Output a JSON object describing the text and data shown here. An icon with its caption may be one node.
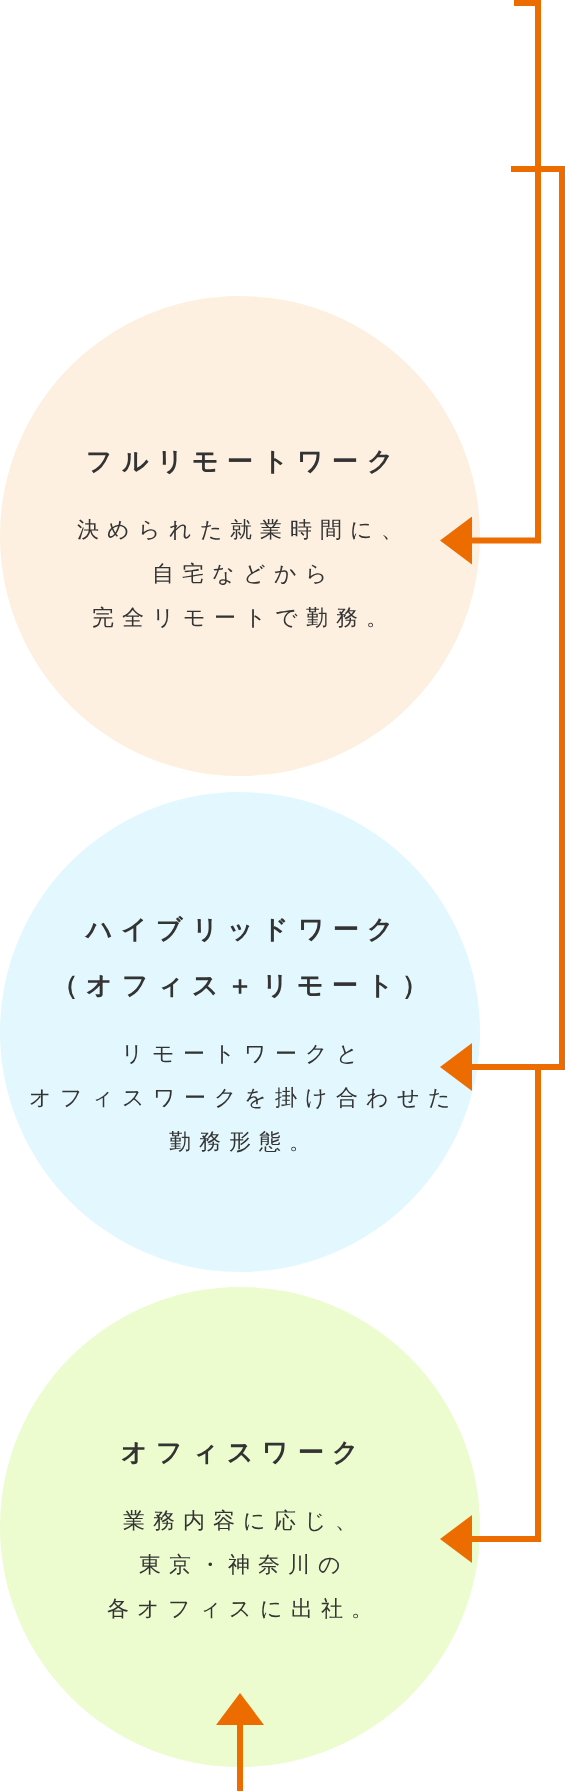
{
  "diagram": {
    "nodes": [
      {
        "text": [
          "フルリモートワーク",
          "決められた就業時間に、自宅などから完全リモートで勤務。"
        ]
      },
      {
        "text": [
          "ハイブリッドワーク（オフィス＋リモート）",
          "リモートワークとオフィスワークを掛け合わせた勤務形態。"
        ]
      },
      {
        "text": [
          "オフィスワーク",
          "業務内容に応じ、東京・神奈川の各オフィスに出社。"
        ]
      }
    ],
    "edges": [
      {
        "from": null,
        "to": 0,
        "arrow": "to"
      },
      {
        "from": null,
        "to": 1,
        "arrow": "to"
      },
      {
        "from": null,
        "to": 2,
        "arrow": "to"
      },
      {
        "from": null,
        "to": 2,
        "arrow": "to"
      }
    ]
  }
}
